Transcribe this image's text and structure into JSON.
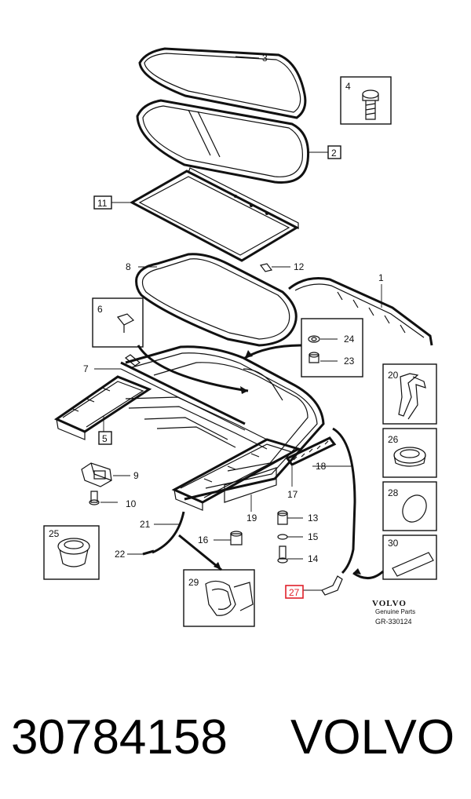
{
  "callouts": [
    {
      "id": "1",
      "boxed": false
    },
    {
      "id": "2",
      "boxed": true
    },
    {
      "id": "3",
      "boxed": false
    },
    {
      "id": "4",
      "boxed": false
    },
    {
      "id": "5",
      "boxed": true
    },
    {
      "id": "6",
      "boxed": false
    },
    {
      "id": "7",
      "boxed": false
    },
    {
      "id": "8",
      "boxed": false
    },
    {
      "id": "9",
      "boxed": false
    },
    {
      "id": "10",
      "boxed": false
    },
    {
      "id": "11",
      "boxed": true
    },
    {
      "id": "12",
      "boxed": false
    },
    {
      "id": "13",
      "boxed": false
    },
    {
      "id": "14",
      "boxed": false
    },
    {
      "id": "15",
      "boxed": false
    },
    {
      "id": "16",
      "boxed": false
    },
    {
      "id": "17",
      "boxed": false
    },
    {
      "id": "18",
      "boxed": false
    },
    {
      "id": "19",
      "boxed": false
    },
    {
      "id": "20",
      "boxed": false
    },
    {
      "id": "21",
      "boxed": false
    },
    {
      "id": "22",
      "boxed": false
    },
    {
      "id": "23",
      "boxed": false
    },
    {
      "id": "24",
      "boxed": false
    },
    {
      "id": "25",
      "boxed": false
    },
    {
      "id": "26",
      "boxed": false
    },
    {
      "id": "27",
      "boxed": true,
      "highlight_color": "#e0202a"
    },
    {
      "id": "28",
      "boxed": false
    },
    {
      "id": "29",
      "boxed": false
    },
    {
      "id": "30",
      "boxed": false
    }
  ],
  "logo": {
    "brand": "VOLVO",
    "subtitle": "Genuine Parts",
    "code": "GR-330124"
  },
  "footer": {
    "part_number": "30784158",
    "brand": "VOLVO"
  },
  "colors": {
    "line": "#111111",
    "highlight": "#e0202a",
    "background": "#ffffff"
  }
}
